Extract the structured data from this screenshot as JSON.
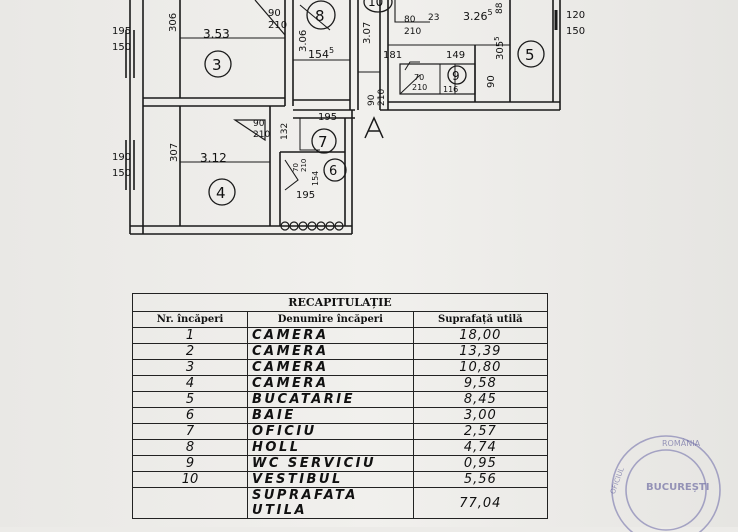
{
  "plan": {
    "room_numbers": [
      "3",
      "4",
      "5",
      "6",
      "7",
      "8",
      "9",
      "10"
    ],
    "dimensions": {
      "d195_150_left": [
        "195",
        "150"
      ],
      "d306": "306",
      "d353": "3.53",
      "d90_210_a": [
        "90",
        "210"
      ],
      "d306b": "3.06",
      "d1545": "154",
      "d1545_sup": "5",
      "d307": "3.07",
      "d80_23_210": [
        "80",
        "23",
        "210"
      ],
      "d3265": "3.26",
      "d3265_sup": "5",
      "d120_150": [
        "120",
        "150"
      ],
      "d181": "181",
      "d149": "149",
      "d3055": "305",
      "d3055_sup": "5",
      "d70_210": [
        "70",
        "210"
      ],
      "d116": "116",
      "d90b": "90",
      "d90_210_b": [
        "90",
        "210"
      ],
      "d195b": "195",
      "d90_210_c": [
        "90",
        "210"
      ],
      "d132": "132",
      "d190_150": [
        "190",
        "150"
      ],
      "d307b": "307",
      "d312": "3.12",
      "d70_210_b": [
        "70",
        "210"
      ],
      "d154": "154",
      "d195c": "195",
      "d88": "88"
    }
  },
  "table": {
    "title": "RECAPITULAȚIE",
    "headers": [
      "Nr. încăperi",
      "Denumire încăperi",
      "Suprafață utilă"
    ],
    "rows": [
      {
        "nr": "1",
        "name": "CAMERA",
        "area": "18,00"
      },
      {
        "nr": "2",
        "name": "CAMERA",
        "area": "13,39"
      },
      {
        "nr": "3",
        "name": "CAMERA",
        "area": "10,80"
      },
      {
        "nr": "4",
        "name": "CAMERA",
        "area": "9,58"
      },
      {
        "nr": "5",
        "name": "BUCATARIE",
        "area": "8,45"
      },
      {
        "nr": "6",
        "name": "BAIE",
        "area": "3,00"
      },
      {
        "nr": "7",
        "name": "OFICIU",
        "area": "2,57"
      },
      {
        "nr": "8",
        "name": "HOLL",
        "area": "4,74"
      },
      {
        "nr": "9",
        "name": "WC SERVICIU",
        "area": "0,95"
      },
      {
        "nr": "10",
        "name": "VESTIBUL",
        "area": "5,56"
      }
    ],
    "total": {
      "name": "SUPRAFATA UTILA",
      "area": "77,04"
    }
  },
  "stamp": {
    "top_text": "ROMÂNIA",
    "city": "BUCUREȘTI",
    "left_text": "OFICIUL"
  }
}
